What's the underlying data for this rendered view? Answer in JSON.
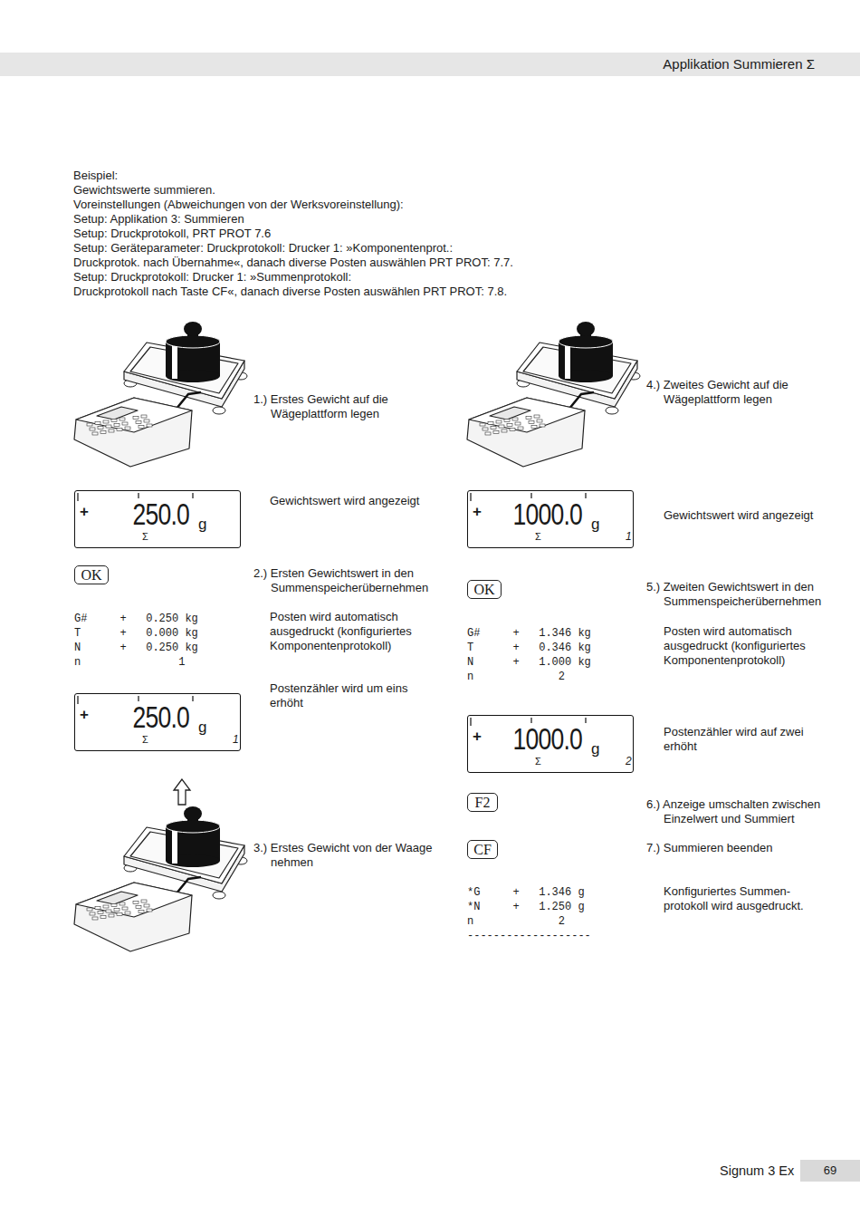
{
  "diagram": {
    "nodes": [
      {
        "text": [
          "Applikation Summieren Σ"
        ]
      },
      {
        "text": [
          "+",
          "250.0",
          "g",
          "Σ"
        ]
      },
      {
        "text": [
          "OK"
        ]
      },
      {
        "text": [
          "+",
          "250.0",
          "g",
          "Σ",
          "1"
        ]
      },
      {
        "text": [
          "+",
          "1000.0",
          "g",
          "Σ",
          "1"
        ]
      },
      {
        "text": [
          "OK"
        ]
      },
      {
        "text": [
          "+",
          "1000.0",
          "g",
          "Σ",
          "2"
        ]
      },
      {
        "text": [
          "F2"
        ]
      },
      {
        "text": [
          "CF"
        ]
      },
      {
        "text": [
          "69"
        ]
      }
    ],
    "labels": [
      "Beispiel:",
      "Gewichtswerte summieren.",
      "Voreinstellungen (Abweichungen von der Werksvoreinstellung):",
      "Setup: Applikation 3: Summieren",
      "Setup: Druckprotokoll, PRT PROT 7.6",
      "Setup: Geräteparameter: Druckprotokoll: Drucker 1: »Komponentenprot.:",
      "Druckprotok. nach Übernahme«, danach diverse Posten auswählen PRT PROT: 7.7.",
      "Setup: Druckprotokoll: Drucker 1: »Summenprotokoll:",
      "Druckprotokoll nach Taste CF«, danach diverse Posten auswählen PRT PROT: 7.8.",
      "1.) Erstes Gewicht auf die Wägeplattform legen",
      "Gewichtswert wird angezeigt",
      "2.) Ersten Gewichtswert in den Summenspeicherübernehmen",
      "G#     +   0.250 kg",
      "T      +   0.000 kg",
      "N      +   0.250 kg",
      "n               1",
      "Posten wird automatisch ausgedruckt (konfiguriertes Komponentenprotokoll)",
      "Postenzähler wird um eins erhöht",
      "3.) Erstes Gewicht von der Waage nehmen",
      "4.) Zweites Gewicht auf die Wägeplattform legen",
      "Gewichtswert wird angezeigt",
      "5.) Zweiten Gewichtswert in den Summenspeicherübernehmen",
      "G#     +   1.346 kg",
      "T      +   0.346 kg",
      "N      +   1.000 kg",
      "n             2",
      "Posten wird automatisch ausgedruckt (konfiguriertes Komponentenprotokoll)",
      "Postenzähler wird auf zwei erhöht",
      "6.) Anzeige umschalten zwischen Einzelwert und Summiert",
      "7.) Summieren beenden",
      "*G     +   1.346 g",
      "*N     +   1.250 g",
      "n             2",
      "-------------------",
      "Konfiguriertes Summen- protokoll wird ausgedruckt.",
      "Signum 3 Ex"
    ]
  }
}
